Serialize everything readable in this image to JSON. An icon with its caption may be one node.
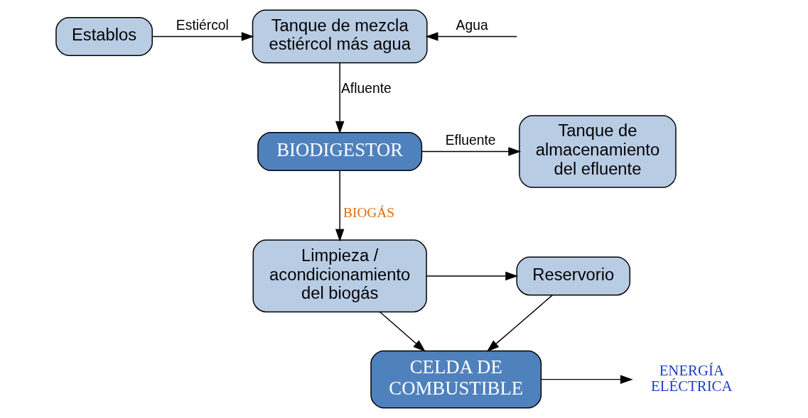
{
  "diagram": {
    "nodes": [
      {
        "text": [
          "Establos"
        ]
      },
      {
        "text": [
          "Tanque de mezcla estiércol más agua"
        ]
      },
      {
        "text": [
          "BIODIGESTOR"
        ]
      },
      {
        "text": [
          "Tanque de almacenamiento del efluente"
        ]
      },
      {
        "text": [
          "Limpieza / acondicionamiento del biogás"
        ]
      },
      {
        "text": [
          "Reservorio"
        ]
      },
      {
        "text": [
          "CELDA DE COMBUSTIBLE"
        ]
      },
      {
        "text": [
          "ENERGÍA ELÉCTRICA"
        ]
      }
    ],
    "edges": [
      {
        "from": 0,
        "to": 1,
        "arrow": "to",
        "label": "Estiércol"
      },
      {
        "from": null,
        "to": 1,
        "arrow": "to",
        "label": "Agua"
      },
      {
        "from": 1,
        "to": 2,
        "arrow": "to",
        "label": "Afluente"
      },
      {
        "from": 2,
        "to": 3,
        "arrow": "to",
        "label": "Efluente"
      },
      {
        "from": 2,
        "to": 4,
        "arrow": "to",
        "label": "BIOGÁS"
      },
      {
        "from": 4,
        "to": 5,
        "arrow": "to"
      },
      {
        "from": 5,
        "to": 6,
        "arrow": "to"
      },
      {
        "from": 4,
        "to": 6,
        "arrow": "to"
      },
      {
        "from": 6,
        "to": 7,
        "arrow": "to"
      }
    ]
  }
}
